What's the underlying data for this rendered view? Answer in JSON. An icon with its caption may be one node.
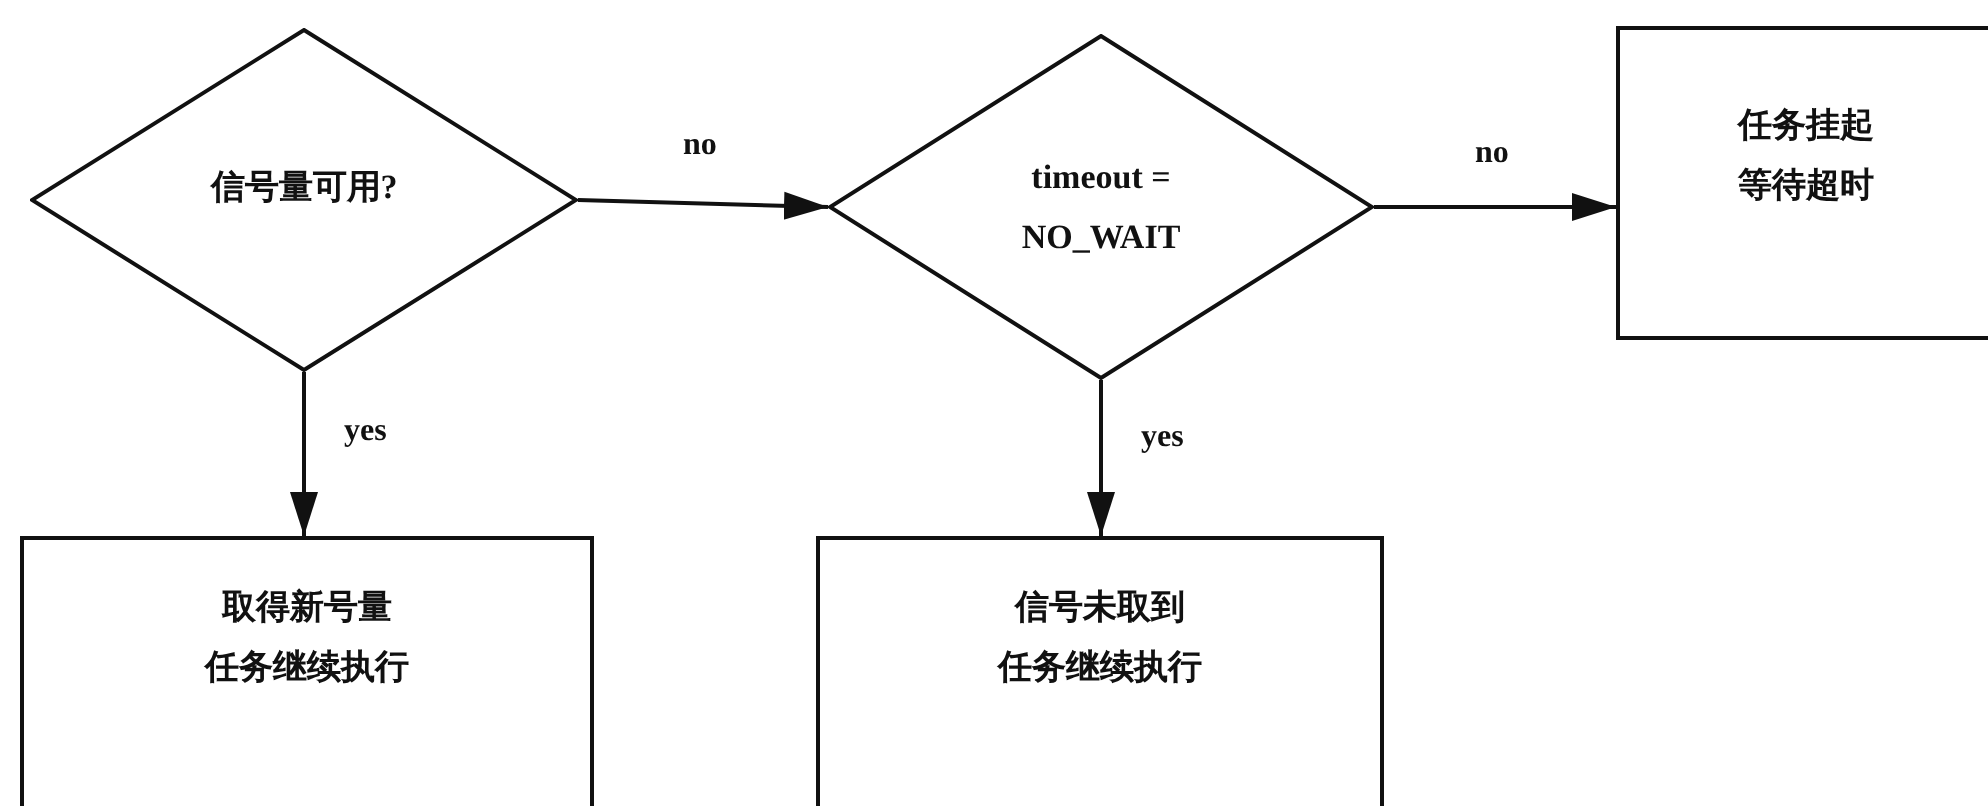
{
  "diagram": {
    "nodes": [
      {
        "text": [
          "信号量可用?"
        ]
      },
      {
        "text": [
          "timeout = NO_WAIT"
        ]
      },
      {
        "text": [
          "任务挂起",
          "等待超时"
        ]
      },
      {
        "text": [
          "取得新号量",
          "任务继续执行"
        ]
      },
      {
        "text": [
          "信号未取到",
          "任务继续执行"
        ]
      }
    ],
    "edges": [
      {
        "from": 0,
        "to": 1,
        "arrow": "to",
        "label": "no"
      },
      {
        "from": 0,
        "to": 3,
        "arrow": "to",
        "label": "yes"
      },
      {
        "from": 1,
        "to": 2,
        "arrow": "to",
        "label": "no"
      },
      {
        "from": 1,
        "to": 4,
        "arrow": "to",
        "label": "yes"
      }
    ]
  }
}
